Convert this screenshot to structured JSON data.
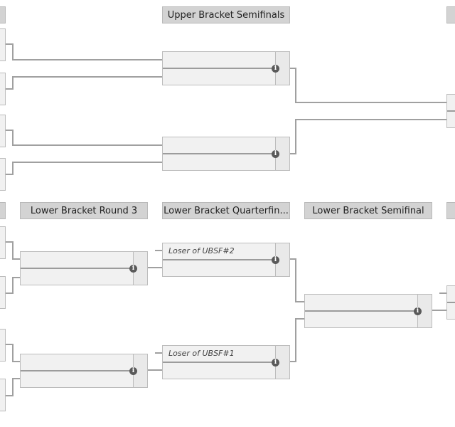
{
  "headers": {
    "upper_semifinals": "Upper Bracket Semifinals",
    "lower_round3": "Lower Bracket Round 3",
    "lower_quarterfinals": "Lower Bracket Quarterfin...",
    "lower_semifinal": "Lower Bracket Semifinal"
  },
  "matches": {
    "lbqf_1": {
      "top": "Loser of UBSF#2"
    },
    "lbqf_2": {
      "top": "Loser of UBSF#1"
    }
  },
  "icons": {
    "info": "info-icon"
  },
  "colors": {
    "connector": "#a0a0a0",
    "header_bg": "#d3d3d3",
    "match_bg": "#f1f1f1"
  }
}
